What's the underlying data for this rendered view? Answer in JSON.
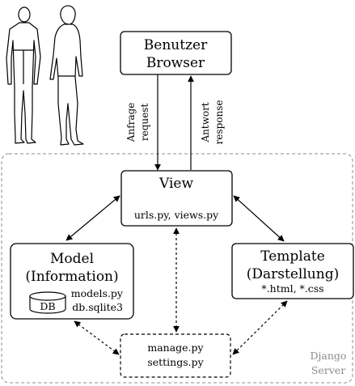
{
  "browser": {
    "line1": "Benutzer",
    "line2": "Browser"
  },
  "arrows": {
    "request": {
      "line1": "Anfrage",
      "line2": "request"
    },
    "response": {
      "line1": "Antwort",
      "line2": "response"
    }
  },
  "view": {
    "title": "View",
    "files": "urls.py, views.py"
  },
  "model": {
    "line1": "Model",
    "line2": "(Information)",
    "files1": "models.py",
    "files2": "db.sqlite3",
    "db": "DB"
  },
  "template": {
    "line1": "Template",
    "line2": "(Darstellung)",
    "files": "*.html, *.css"
  },
  "manage": {
    "line1": "manage.py",
    "line2": "settings.py"
  },
  "server": {
    "line1": "Django",
    "line2": "Server"
  },
  "users": {
    "icon": "people-icon"
  }
}
